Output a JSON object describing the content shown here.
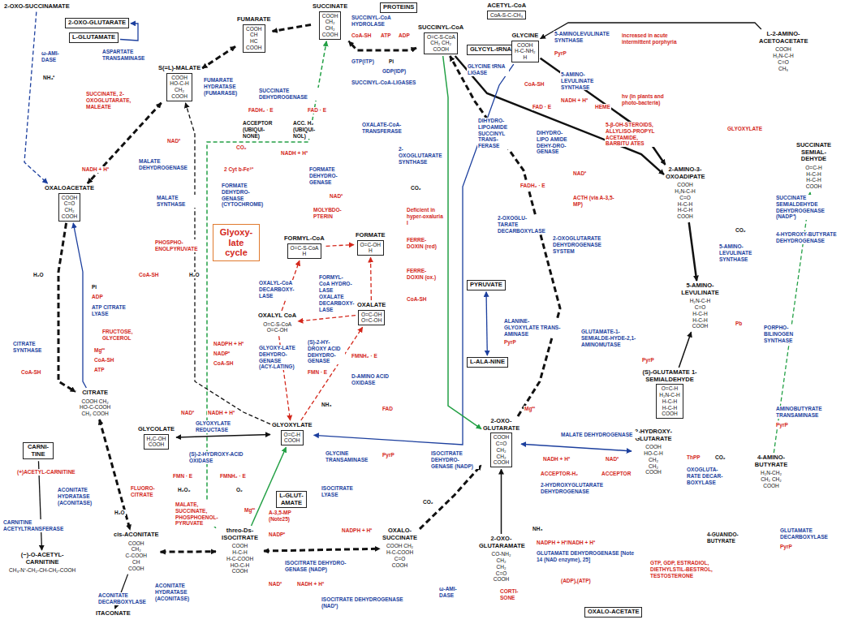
{
  "diagram": {
    "nodes": [
      {
        "text": [
          "2-OXO-SUCCINAMATE"
        ]
      },
      {
        "text": [
          "2-OXO-GLUTARATE"
        ]
      },
      {
        "text": [
          "L-GLUTAMATE"
        ]
      },
      {
        "text": [
          "FUMARATE",
          "COOH CH HC COOH"
        ]
      },
      {
        "text": [
          "SUCCINATE",
          "COOH CH₂ CH₂ COOH"
        ]
      },
      {
        "text": [
          "PROTEINS"
        ]
      },
      {
        "text": [
          "ACETYL-CoA",
          "CoA‑S‑C‑CH₃"
        ]
      },
      {
        "text": [
          "L-2-AMINO-ACETOACETATE",
          "COOH H₂N‑C‑H C=O CH₃"
        ]
      },
      {
        "text": [
          "S(=L)-MALATE",
          "COOH HO‑C‑H CH₂ COOH"
        ]
      },
      {
        "text": [
          "SUCCINYL-CoA",
          "O=C‑S‑CoA CH₂ CH₂ COOH"
        ]
      },
      {
        "text": [
          "GLYCYL-tRNA"
        ]
      },
      {
        "text": [
          "GLYCINE",
          "COOH H‑C‑NH₂ H"
        ]
      },
      {
        "text": [
          "SUCCINATE SEMIAL-DEHYDE",
          "O=C‑H H‑C‑H H‑C‑H COOH"
        ]
      },
      {
        "text": [
          "2-AMINO-3-OXOADIPATE",
          "COOH H₂N‑C‑H C=O H‑C‑H H‑C‑H COOH"
        ]
      },
      {
        "text": [
          "OXALOACETATE",
          "COOH C=O CH₂ COOH"
        ]
      },
      {
        "text": [
          "FORMYL-CoA",
          "O=C‑S‑CoA H"
        ]
      },
      {
        "text": [
          "FORMATE",
          "O=C‑OH H"
        ]
      },
      {
        "text": [
          "Glyoxy-late cycle"
        ]
      },
      {
        "text": [
          "PYRUVATE"
        ]
      },
      {
        "text": [
          "OXALYL CoA",
          "O=C‑S‑CoA O=C‑OH"
        ]
      },
      {
        "text": [
          "OXALATE",
          "O=C‑OH O=C‑OH"
        ]
      },
      {
        "text": [
          "5-AMINO-LEVULINATE",
          "H₂N‑C‑H C=O H‑C‑H H‑C‑H COOH"
        ]
      },
      {
        "text": [
          "L-ALA-NINE"
        ]
      },
      {
        "text": [
          "(S)-GLUTAMATE 1-SEMIALDEHYDE",
          "O=C‑H H₂N‑C‑H H‑C‑H H‑C‑H COOH"
        ]
      },
      {
        "text": [
          "CITRATE",
          "COOH CH₂ HO‑C‑COOH CH₂ COOH"
        ]
      },
      {
        "text": [
          "GLYCOLATE",
          "H₂C‑OH COOH"
        ]
      },
      {
        "text": [
          "GLYOXYLATE",
          "O=C‑H COOH"
        ]
      },
      {
        "text": [
          "2-OXO-GLUTARATE",
          "COOH C=O CH₂ CH₂ COOH"
        ]
      },
      {
        "text": [
          "2-HYDROXY-GLUTARATE",
          "COOH HO‑C‑H CH₂ CH₂ COOH"
        ]
      },
      {
        "text": [
          "CARNI-TINE"
        ]
      },
      {
        "text": [
          "4-AMINO-BUTYRATE",
          "H₂N‑CH₂ CH₂ CH₂ COOH"
        ]
      },
      {
        "text": [
          "L-GLUT-AMATE"
        ]
      },
      {
        "text": [
          "cis-ACONITATE",
          "COOH CH₂ C‑COOH CH COOH"
        ]
      },
      {
        "text": [
          "threo-Ds-ISOCITRATE",
          "COOH H‑C‑H H‑C‑COOH HO‑C‑H COOH"
        ]
      },
      {
        "text": [
          "OXALO-SUCCINATE",
          "COOH CH₂ H‑C‑COOH C=O COOH"
        ]
      },
      {
        "text": [
          "2-OXO-GLUTARAMATE",
          "CO‑NH₂ CH₂ CH₂ C=O COOH"
        ]
      },
      {
        "text": [
          "(−)-O-ACETYL-CARNITINE",
          "CH₃‑N⁺‑CH₂‑CH‑CH₂‑COOH"
        ]
      },
      {
        "text": [
          "ITACONATE"
        ]
      },
      {
        "text": [
          "OXALO-ACETATE"
        ]
      }
    ],
    "edges": [
      {
        "from": 14,
        "to": 24,
        "arrow": "to"
      },
      {
        "from": 24,
        "to": 14,
        "arrow": "to"
      },
      {
        "from": 24,
        "to": 32,
        "arrow": "both"
      },
      {
        "from": 32,
        "to": 33,
        "arrow": "both"
      },
      {
        "from": 33,
        "to": 34,
        "arrow": "both"
      },
      {
        "from": 34,
        "to": 27,
        "arrow": "to"
      },
      {
        "from": 27,
        "to": 9,
        "arrow": "to"
      },
      {
        "from": 9,
        "to": 4,
        "arrow": "both"
      },
      {
        "from": 4,
        "to": 3,
        "arrow": "to"
      },
      {
        "from": 3,
        "to": 8,
        "arrow": "both"
      },
      {
        "from": 8,
        "to": 14,
        "arrow": "both"
      },
      {
        "from": 33,
        "to": 26,
        "arrow": "to"
      },
      {
        "from": 33,
        "to": 4,
        "arrow": "to"
      },
      {
        "from": 26,
        "to": 8,
        "arrow": "to"
      },
      {
        "from": 25,
        "to": 26,
        "arrow": "both"
      },
      {
        "from": 26,
        "to": 20,
        "arrow": "to"
      },
      {
        "from": 20,
        "to": 16,
        "arrow": "to"
      },
      {
        "from": 19,
        "to": 15,
        "arrow": "to"
      },
      {
        "from": 15,
        "to": 16,
        "arrow": "to"
      },
      {
        "from": 20,
        "to": 19,
        "arrow": "to"
      },
      {
        "from": 19,
        "to": 26,
        "arrow": "to"
      },
      {
        "from": 9,
        "to": 13,
        "arrow": "to"
      },
      {
        "from": 11,
        "to": 13,
        "arrow": "to"
      },
      {
        "from": 13,
        "to": 21,
        "arrow": "to"
      },
      {
        "from": 23,
        "to": 21,
        "arrow": "to"
      },
      {
        "from": 27,
        "to": 28,
        "arrow": "both"
      },
      {
        "from": 35,
        "to": 27,
        "arrow": "to"
      },
      {
        "from": 22,
        "to": 18,
        "arrow": "both"
      },
      {
        "from": 11,
        "to": 26,
        "arrow": "to"
      },
      {
        "from": 11,
        "to": 10,
        "arrow": "to"
      },
      {
        "from": 7,
        "to": 11,
        "arrow": "to"
      },
      {
        "from": 30,
        "to": 12,
        "arrow": "to"
      },
      {
        "from": 29,
        "to": 36,
        "arrow": "to"
      },
      {
        "from": 32,
        "to": 37,
        "arrow": "to"
      },
      {
        "from": 2,
        "to": 1,
        "arrow": "to"
      },
      {
        "from": 0,
        "to": 14,
        "arrow": "to"
      },
      {
        "from": 9,
        "to": 27,
        "arrow": "to"
      }
    ],
    "labels": [
      "ω-AMI-DASE",
      "NH₄⁺",
      "ASPARTATE TRANSAMINASE",
      "SUCCINATE, 2-OXOGLUTARATE, MALEATE",
      "FUMARATE HYDRATASE (FUMARASE)",
      "SUCCINATE DEHYDROGENASE",
      "FADH₂ · E",
      "FAD · E",
      "ACCEPTOR (UBIQUI-NONE)",
      "ACC. H₂ (UBIQUI-NOL)",
      "MALATE DEHYDROGENASE",
      "NAD⁺",
      "NADH + H⁺",
      "CO₂",
      "2 Cyt b-Fe³⁺",
      "NADH + H⁺",
      "FORMATE DEHYDRO-GENASE (CYTOCHROME)",
      "FORMATE DEHYDRO-GENASE",
      "NAD⁺",
      "MOLYBDO-PTERIN",
      "MALATE SYNTHASE",
      "PHOSPHO-ENOLPYRUVATE",
      "CoA-SH",
      "H₂O",
      "H₂O",
      "Pi",
      "ADP",
      "ATP CITRATE LYASE",
      "FRUCTOSE, GLYCEROL",
      "Mg⁺⁺",
      "CoA-SH",
      "ATP",
      "CITRATE SYNTHASE",
      "CoA-SH",
      "FORMYL-CoA HYDRO-LASE",
      "OXALATE DECARBOXY-LASE",
      "OXALYL-CoA DECARBOXY-LASE",
      "GLYOXY-LATE DEHYDRO-GENASE (ACY-LATING)",
      "NADPH + H⁺",
      "NADP⁺",
      "CoA-SH",
      "(S)-2-HY-DROXY ACID DEHYDRO-GENASE",
      "FMN · E",
      "FMNH₂ · E",
      "D-AMINO ACID OXIDASE",
      "NH₃",
      "FAD",
      "NAD⁺",
      "NADH + H⁺",
      "GLYOXYLATE REDUCTASE",
      "(S)-2-HYDROXY-ACID OXIDASE",
      "FMN · E",
      "FMNH₂ · E",
      "H₂O₂",
      "O₂",
      "FLUORO-CITRATE",
      "GLYCINE TRANSAMINASE",
      "PyrP",
      "ISOCITRATE LYASE",
      "Mg⁺⁺",
      "MALATE, SUCCINATE, PHOSPHOENOL-PYRUVATE",
      "A-3,5-MP (Note25)",
      "NADP⁺",
      "ISOCITRATE DEHYDRO-GENASE (NADP)",
      "NADPH + H⁺",
      "NAD⁺",
      "NADH + H⁺",
      "ISOCITRATE DEHYDROGENASE (NAD⁺)",
      "ACONITATE HYDRATASE (ACONITASE)",
      "H₂O",
      "CARNITINE ACETYLTRANSFERASE",
      "(+)ACETYL-CARNITINE",
      "ACONITATE HYDRATASE (ACONITASE)",
      "ACONITATE DECARBOXYLASE",
      "SUCCINYL-CoA HYDROLASE",
      "CoA-SH",
      "ATP",
      "ADP",
      "GTP(ITP)",
      "Pi",
      "GDP(IDP)",
      "SUCCINYL-CoA-LIGASES",
      "OXALATE-CoA-TRANSFERASE",
      "Deficient in hyper-oxaluria I",
      "FERRE-DOXIN (red)",
      "FERRE-DOXIN (ox.)",
      "CoA-SH",
      "CO₂",
      "2-OXOGLUTARATE SYNTHASE",
      "GLYCINE tRNA LIGASE",
      "5-AMINOLEVULINATE SYNTHASE",
      "PyrP",
      "CoA-SH",
      "5-AMINO-LEVULINATE SYNTHASE",
      "increased in acute intermittent porphyria",
      "HEME",
      "hν (in plants and photo-bacteria)",
      "5-β-OH-STEROIDS, ALLYLISO-PROPYL ACETAMIDE, BARBITU ATES",
      "DIHYDRO-LIPOAMIDE SUCCINYL TRANS-FERASE",
      "DIHYDRO-LIPO AMIDE DEHY-DRO-GENASE",
      "FAD · E",
      "NADH + H⁺",
      "NAD⁺",
      "FADH₂ · E",
      "ACTH (via A-3,5-MP)",
      "2-OXOGLU-TARATE DECARBOXYLASE",
      "2-OXOGLUTARATE DEHYDROGENASE SYSTEM",
      "ALANINE-GLYOXYLATE TRANS-AMINASE",
      "PyrP",
      "Mg⁺⁺",
      "ISOCITRATE DEHYDRO-GENASE (NADP)",
      "CO₂",
      "MALATE DEHYDROGENASE",
      "NADH + H⁺",
      "NAD⁺",
      "ACCEPTOR-H₂",
      "ACCEPTOR",
      "2-HYDROXYGLUTARATE DEHYDROGENASE",
      "ThPP",
      "CO₂",
      "OXOGLUTA-RATE DECAR-BOXYLASE",
      "GLUTAMATE-1-SEMIALDE-HYDE-2,1-AMINOMUTASE",
      "PyrP",
      "5-AMINO-LEVULINATE SYNTHASE",
      "CO₂",
      "Pb",
      "PORPHO-BILINOGEN SYNTHASE",
      "GLYOXYLATE",
      "SUCCINATE SEMIALDEHYDE DEHYDROGENASE (NADP⁺)",
      "4-HYDROXY-BUTYRATE DEHYDROGENASE",
      "AMINOBUTYRATE TRANSAMINASE",
      "PyrP",
      "GLUTAMATE DECARBOXYLASE",
      "PyrP",
      "4-GUANIDO-BUTYRATE",
      "NH₃",
      "NADPH + H⁺/NADH + H⁺",
      "GLUTAMATE DEHYDROGENASE [Note 14 (NAD enzyme), 25]",
      "(ADP),(ATP)",
      "CORTI-SONE",
      "GTP, GDP, ESTRADIOL, DIETHYLSTIL-BESTROL, TESTOSTERONE",
      "ω-AMI-DASE"
    ]
  }
}
